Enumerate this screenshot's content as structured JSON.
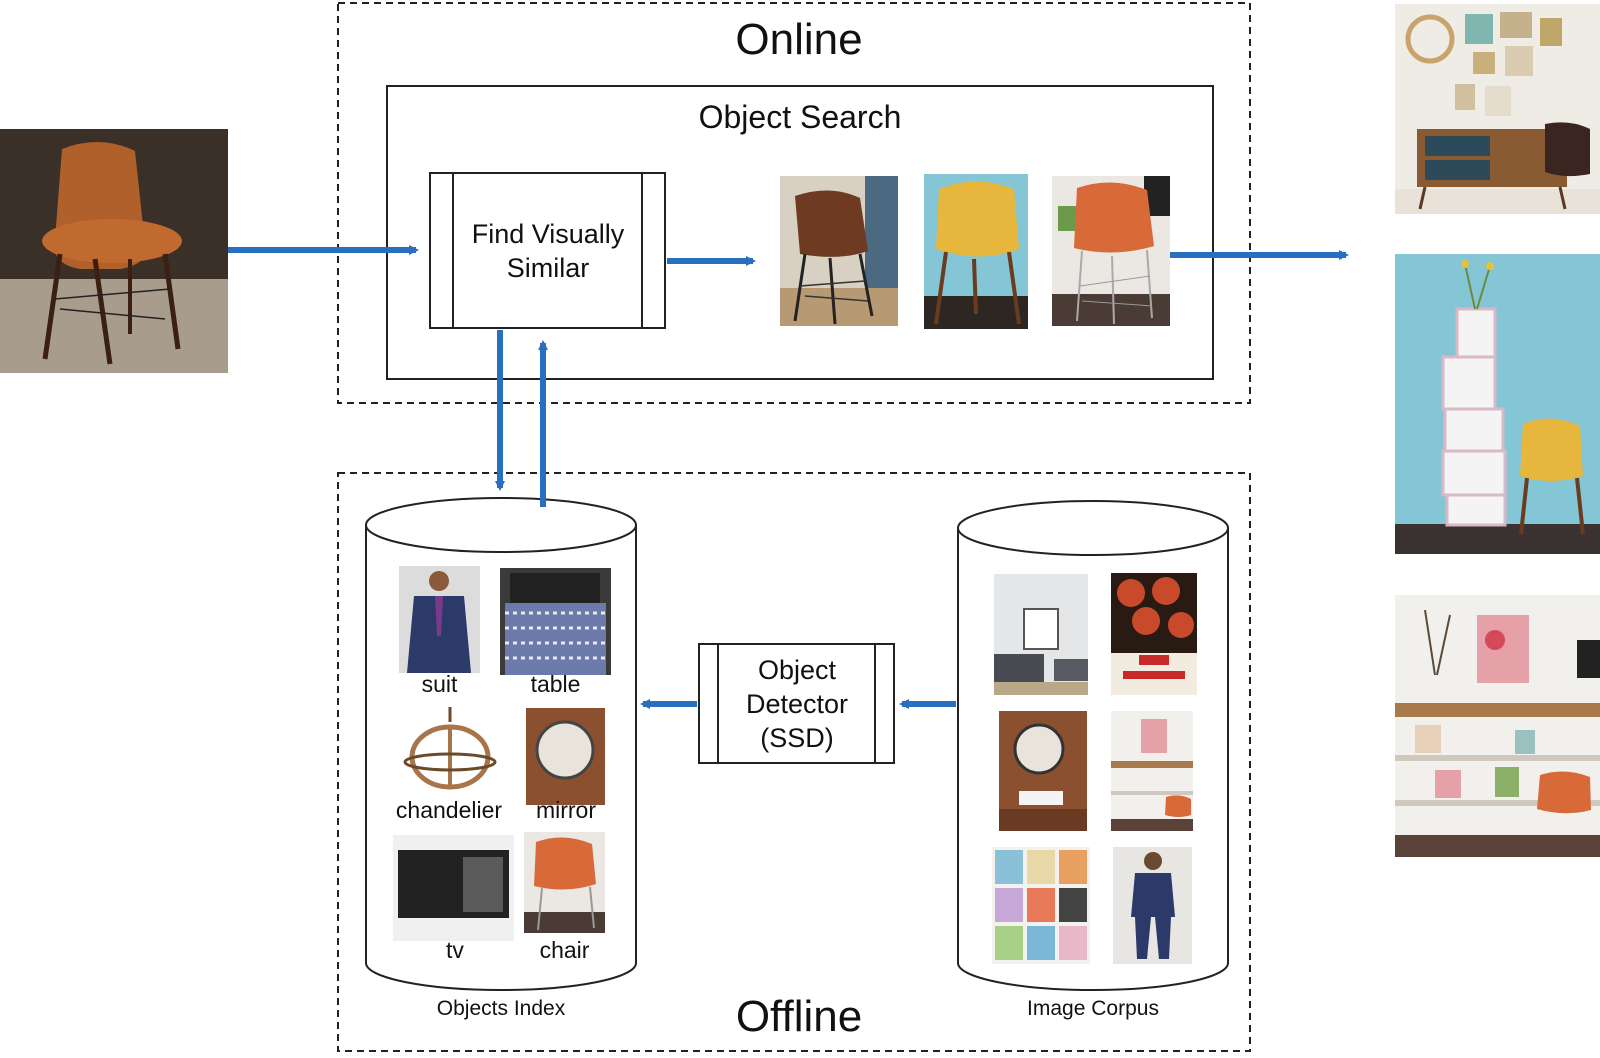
{
  "online": {
    "title": "Online"
  },
  "offline": {
    "title": "Offline"
  },
  "object_search": {
    "title": "Object Search"
  },
  "find_similar": {
    "label": "Find Visually Similar"
  },
  "detector": {
    "label": "Object Detector (SSD)"
  },
  "objects_index": {
    "label": "Objects Index",
    "items": [
      "suit",
      "table",
      "chandelier",
      "mirror",
      "tv",
      "chair"
    ]
  },
  "image_corpus": {
    "label": "Image Corpus"
  },
  "colors": {
    "arrow": "#2a6fbf",
    "chair_leather": "#b0602a",
    "chair_brown": "#6e3a22",
    "chair_yellow": "#e6b73c",
    "chair_orange": "#d86a3a",
    "wall_blue": "#84c5d6",
    "suit_navy": "#2c3a6a"
  },
  "icons": {
    "query": "leather-chair-photo",
    "results": [
      "brown-chair-photo",
      "yellow-chair-photo",
      "orange-chair-photo"
    ],
    "scenes": [
      "sideboard-room-photo",
      "blue-wall-shelf-photo",
      "wall-shelves-photo"
    ],
    "index": [
      "suit-photo",
      "table-photo",
      "chandelier-photo",
      "mirror-photo",
      "tv-photo",
      "chair-photo"
    ],
    "corpus": [
      "living-room-photo",
      "pizza-bagels-photo",
      "bathroom-mirror-photo",
      "shelves-photo",
      "art-prints-photo",
      "man-in-suit-photo"
    ]
  }
}
